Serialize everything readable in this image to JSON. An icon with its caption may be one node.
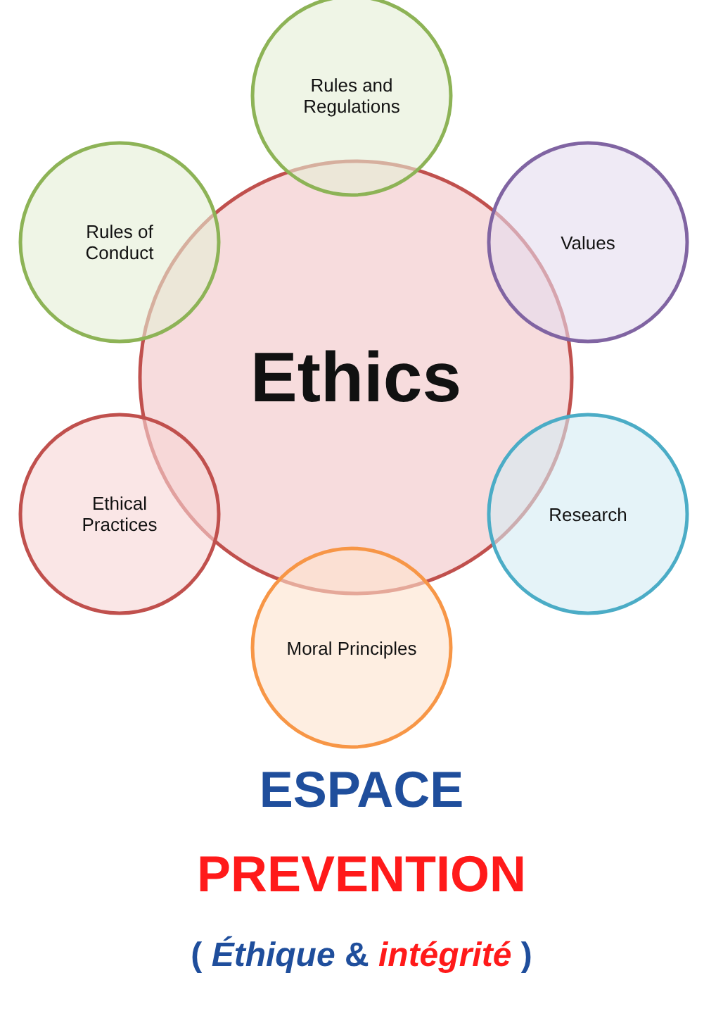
{
  "diagram": {
    "caption": "( *Éthique* & *intégrité* )",
    "nodes": [
      {
        "text": [
          "Ethics"
        ]
      },
      {
        "text": [
          "Rules and Regulations"
        ]
      },
      {
        "text": [
          "Values"
        ]
      },
      {
        "text": [
          "Research"
        ]
      },
      {
        "text": [
          "Moral Principles"
        ]
      },
      {
        "text": [
          "Ethical Practices"
        ]
      },
      {
        "text": [
          "Rules of Conduct"
        ]
      }
    ],
    "edges": [],
    "labels": [
      "ESPACE",
      "PREVENTION"
    ]
  }
}
